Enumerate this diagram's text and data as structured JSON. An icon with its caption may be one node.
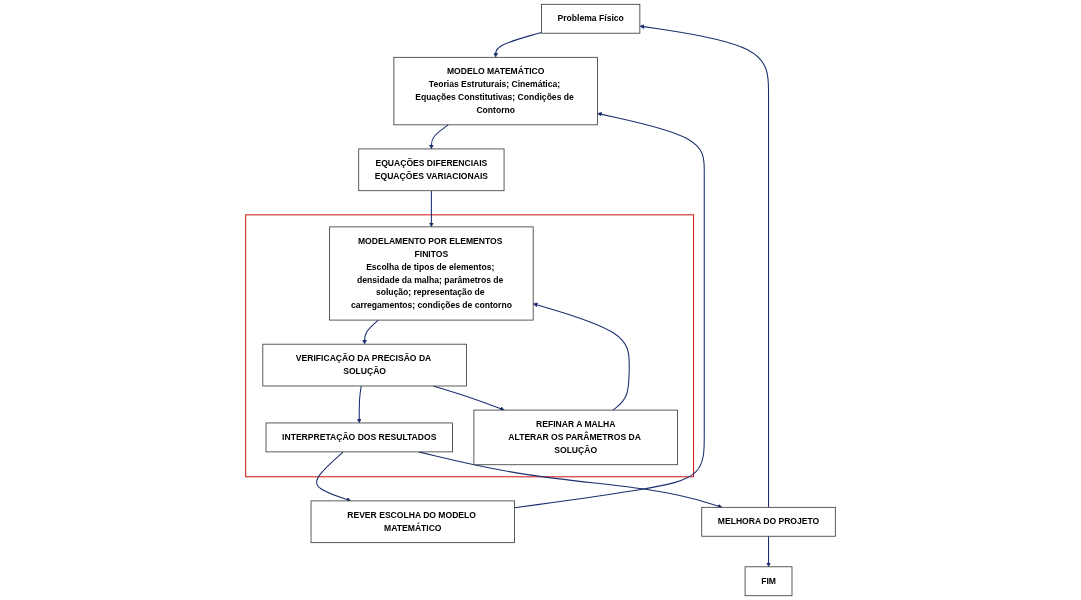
{
  "diagram": {
    "nodes": [
      {
        "text": [
          "Problema Físico"
        ]
      },
      {
        "text": [
          "MODELO MATEMÁTICO",
          "Teorias Estruturais; Cinemática; Equações Constitutivas; Condições de Contorno"
        ]
      },
      {
        "text": [
          "EQUAÇÕES DIFERENCIAIS",
          "EQUAÇÕES VARIACIONAIS"
        ]
      },
      {
        "text": [],
        "shape": "box"
      },
      {
        "text": [
          "MODELAMENTO POR ELEMENTOS FINITOS",
          "Escolha de tipos de elementos; densidade da malha; parâmetros de solução; representação de carregamentos; condições de contorno"
        ],
        "in": 3
      },
      {
        "text": [
          "VERIFICAÇÃO DA PRECISÃO DA SOLUÇÃO"
        ],
        "in": 3
      },
      {
        "text": [
          "REFINAR A MALHA",
          "ALTERAR OS PARÂMETROS DA SOLUÇÃO"
        ],
        "in": 3
      },
      {
        "text": [
          "INTERPRETAÇÃO DOS RESULTADOS"
        ],
        "in": 3
      },
      {
        "text": [
          "REVER ESCOLHA DO MODELO MATEMÁTICO"
        ]
      },
      {
        "text": [
          "MELHORA DO PROJETO"
        ]
      },
      {
        "text": [
          "FIM"
        ]
      }
    ],
    "edges": [
      {
        "from": 0,
        "to": 1,
        "arrow": "to"
      },
      {
        "from": 1,
        "to": 2,
        "arrow": "to"
      },
      {
        "from": 2,
        "to": 4,
        "arrow": "to"
      },
      {
        "from": 4,
        "to": 5,
        "arrow": "to"
      },
      {
        "from": 5,
        "to": 6,
        "arrow": "to"
      },
      {
        "from": 6,
        "to": 4,
        "arrow": "to"
      },
      {
        "from": 5,
        "to": 7,
        "arrow": "to"
      },
      {
        "from": 7,
        "to": 8,
        "arrow": "to"
      },
      {
        "from": 7,
        "to": 9,
        "arrow": "to"
      },
      {
        "from": 8,
        "to": 1,
        "arrow": "to"
      },
      {
        "from": 9,
        "to": 0,
        "arrow": "to"
      },
      {
        "from": 9,
        "to": 10,
        "arrow": "to"
      }
    ]
  }
}
